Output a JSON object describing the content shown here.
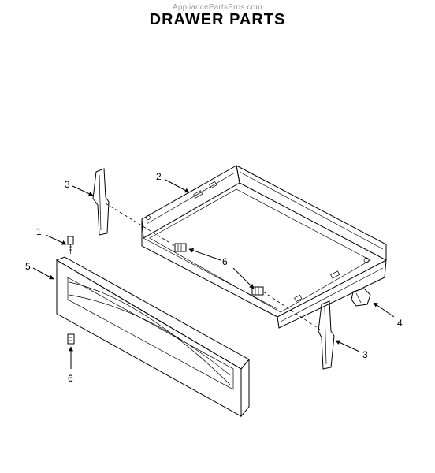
{
  "watermark": "AppliancePartsPros.com",
  "title": "DRAWER PARTS",
  "callouts": {
    "c1": "1",
    "c2": "2",
    "c3_top": "3",
    "c3_bottom": "3",
    "c4": "4",
    "c5": "5",
    "c6_mid": "6",
    "c6_bottom": "6"
  }
}
